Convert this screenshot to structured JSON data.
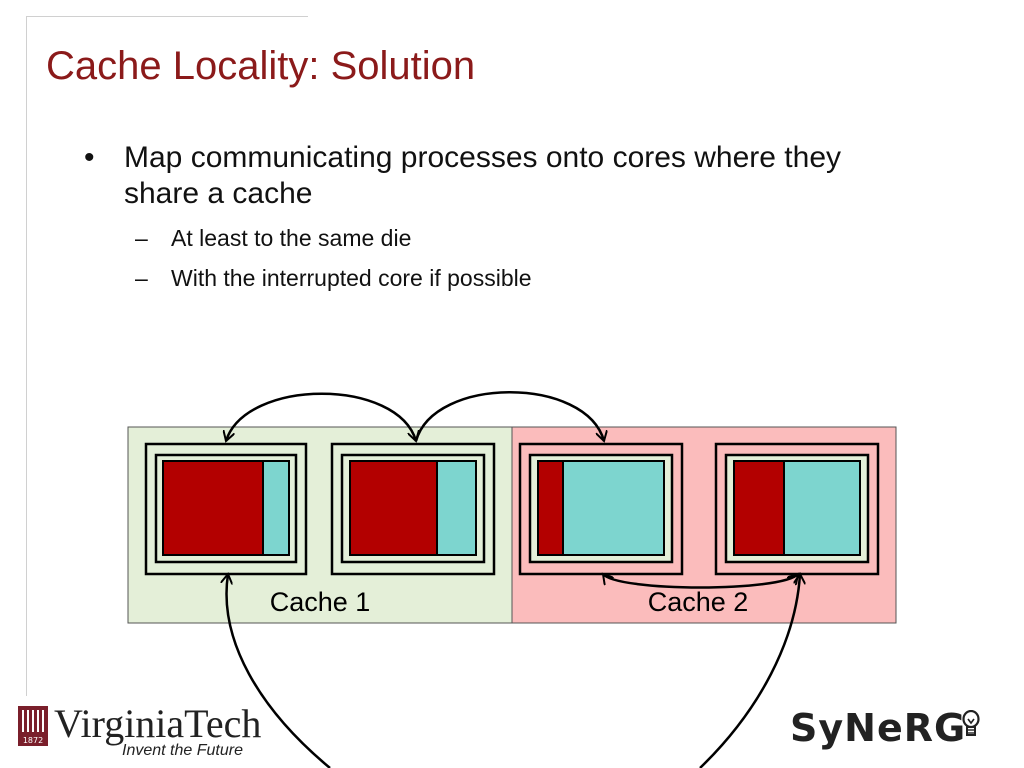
{
  "slide": {
    "title": "Cache Locality: Solution",
    "bullet": {
      "marker": "•",
      "text": "Map communicating processes onto cores where they share a cache"
    },
    "sub_bullets": [
      {
        "marker": "–",
        "text": "At least to the same die"
      },
      {
        "marker": "–",
        "text": "With the interrupted core if possible"
      }
    ]
  },
  "diagram": {
    "cache_labels": [
      "Cache 1",
      "Cache 2"
    ],
    "colors": {
      "cache1_bg": "#e4efd8",
      "cache2_bg": "#fbbcbc",
      "core_fill": "#e4efd8",
      "busy": "#b30000",
      "idle": "#7dd5cf",
      "stroke": "#000000"
    },
    "cores": [
      {
        "busy_fraction": 0.79
      },
      {
        "busy_fraction": 0.69
      },
      {
        "busy_fraction": 0.2
      },
      {
        "busy_fraction": 0.4
      }
    ]
  },
  "footer": {
    "vt_logo_text": "VirginiaTech",
    "vt_tagline": "Invent the Future",
    "vt_year": "1872",
    "synerg_logo_text": "SyNeRG"
  }
}
